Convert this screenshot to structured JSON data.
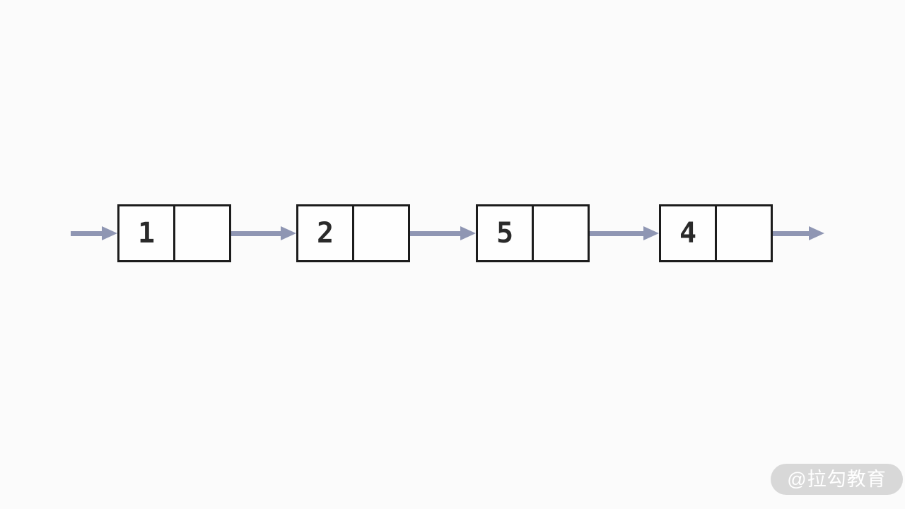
{
  "colors": {
    "page-bg": "#fbfbfb",
    "arrow": "#8f96b3",
    "box-border": "#1c1c1c",
    "box-fill": "#fefefe",
    "digit": "#2a2a2a",
    "watermark-bg": "#d8d8d8",
    "watermark-text": "#ffffff"
  },
  "diagram": {
    "type": "singly-linked-list",
    "nodes": [
      {
        "value": "1"
      },
      {
        "value": "2"
      },
      {
        "value": "5"
      },
      {
        "value": "4"
      }
    ],
    "has_head_arrow": true,
    "has_tail_arrow": true
  },
  "watermark": {
    "text": "@拉勾教育"
  }
}
